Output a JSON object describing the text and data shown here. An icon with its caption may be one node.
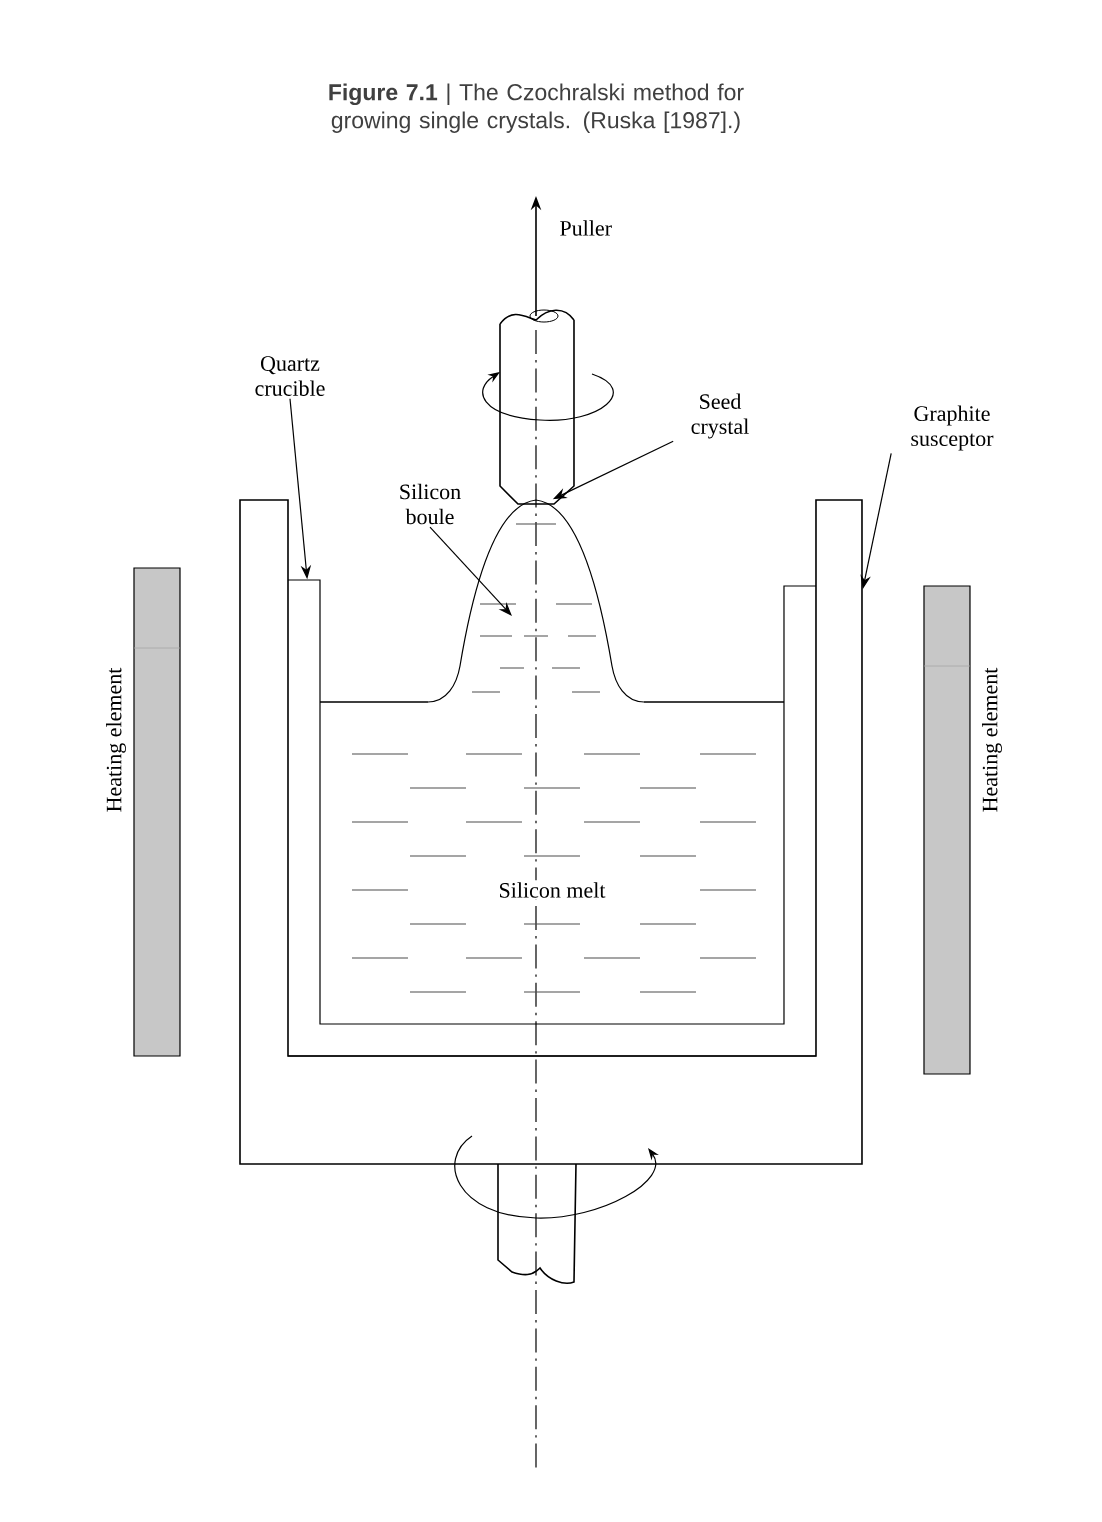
{
  "diagram": {
    "title": "**Figure 7.1** | The Czochralski method for growing single crystals. (Ruska [1987].)",
    "nodes": [
      {
        "text": [
          "Quartz crucible"
        ]
      },
      {
        "text": [
          "Seed crystal"
        ]
      },
      {
        "text": [
          "Silicon boule"
        ]
      },
      {
        "text": [
          "Graphite susceptor"
        ]
      },
      {
        "text": [],
        "shape": "box"
      },
      {
        "text": [],
        "shape": "box",
        "in": 4
      },
      {
        "text": [
          "Silicon melt"
        ],
        "in": 5
      },
      {
        "text": [],
        "shape": "dome"
      },
      {
        "text": [],
        "shape": "cone"
      },
      {
        "text": [
          "Heating element"
        ]
      },
      {
        "text": [
          "Heating element"
        ]
      }
    ],
    "edges": [
      {
        "from": 0,
        "to": 5,
        "arrow": "to"
      },
      {
        "from": 1,
        "to": 8,
        "arrow": "to"
      },
      {
        "from": 2,
        "to": 7,
        "arrow": "to"
      },
      {
        "from": 3,
        "to": 4,
        "arrow": "to"
      }
    ],
    "labels": [
      "Puller"
    ]
  }
}
